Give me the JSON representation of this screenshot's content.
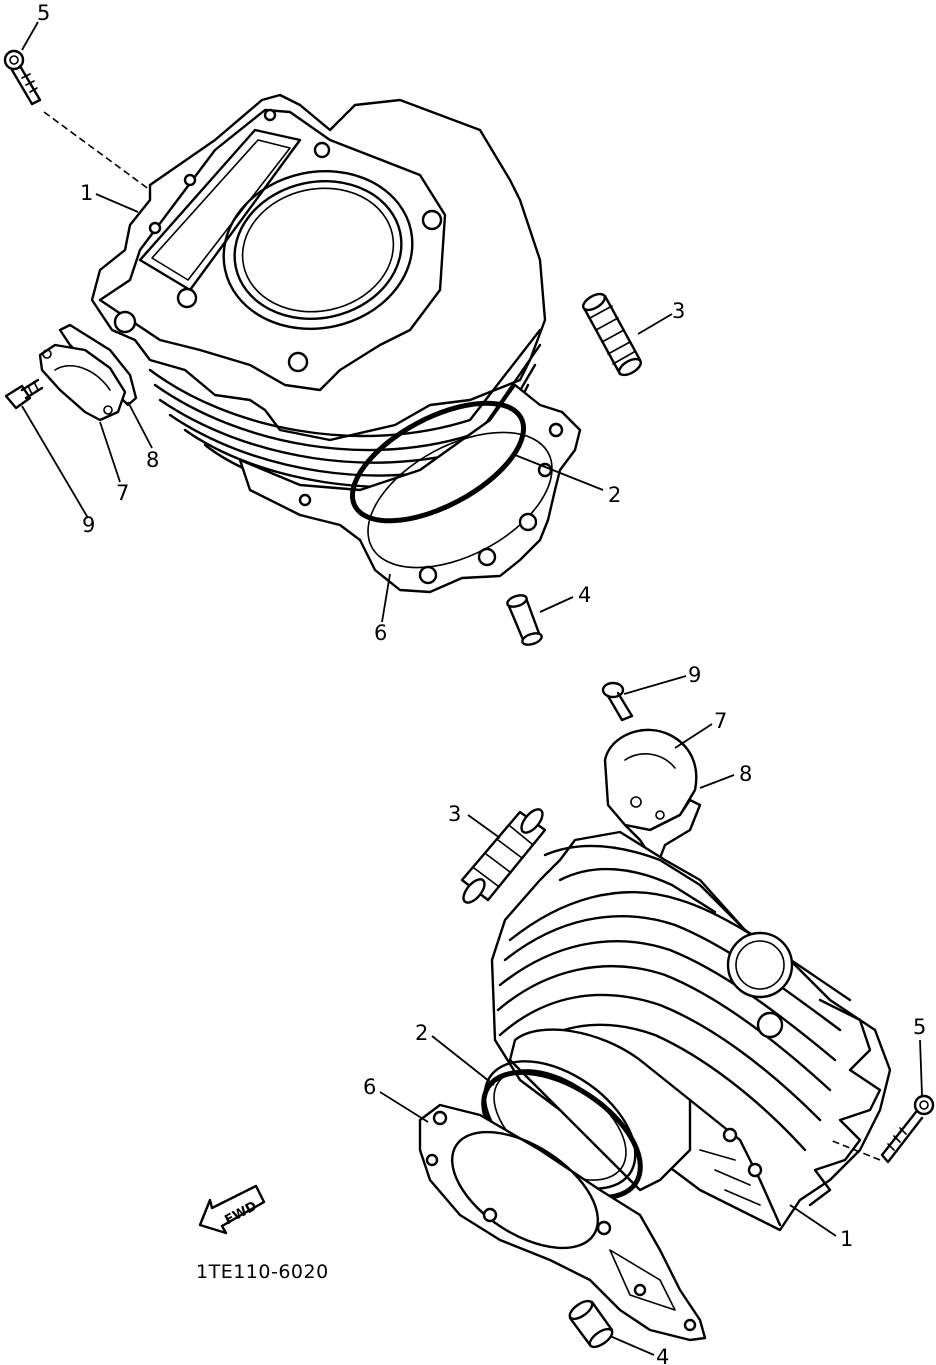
{
  "callouts_top": {
    "c1": "1",
    "c2": "2",
    "c3": "3",
    "c4": "4",
    "c5": "5",
    "c6": "6",
    "c7": "7",
    "c8": "8",
    "c9": "9"
  },
  "callouts_bottom": {
    "c1": "1",
    "c2": "2",
    "c3": "3",
    "c4": "4",
    "c5": "5",
    "c6": "6",
    "c7": "7",
    "c8": "8",
    "c9": "9"
  },
  "fwd_label": "FWD",
  "diagram_code": "1TE110-6020"
}
